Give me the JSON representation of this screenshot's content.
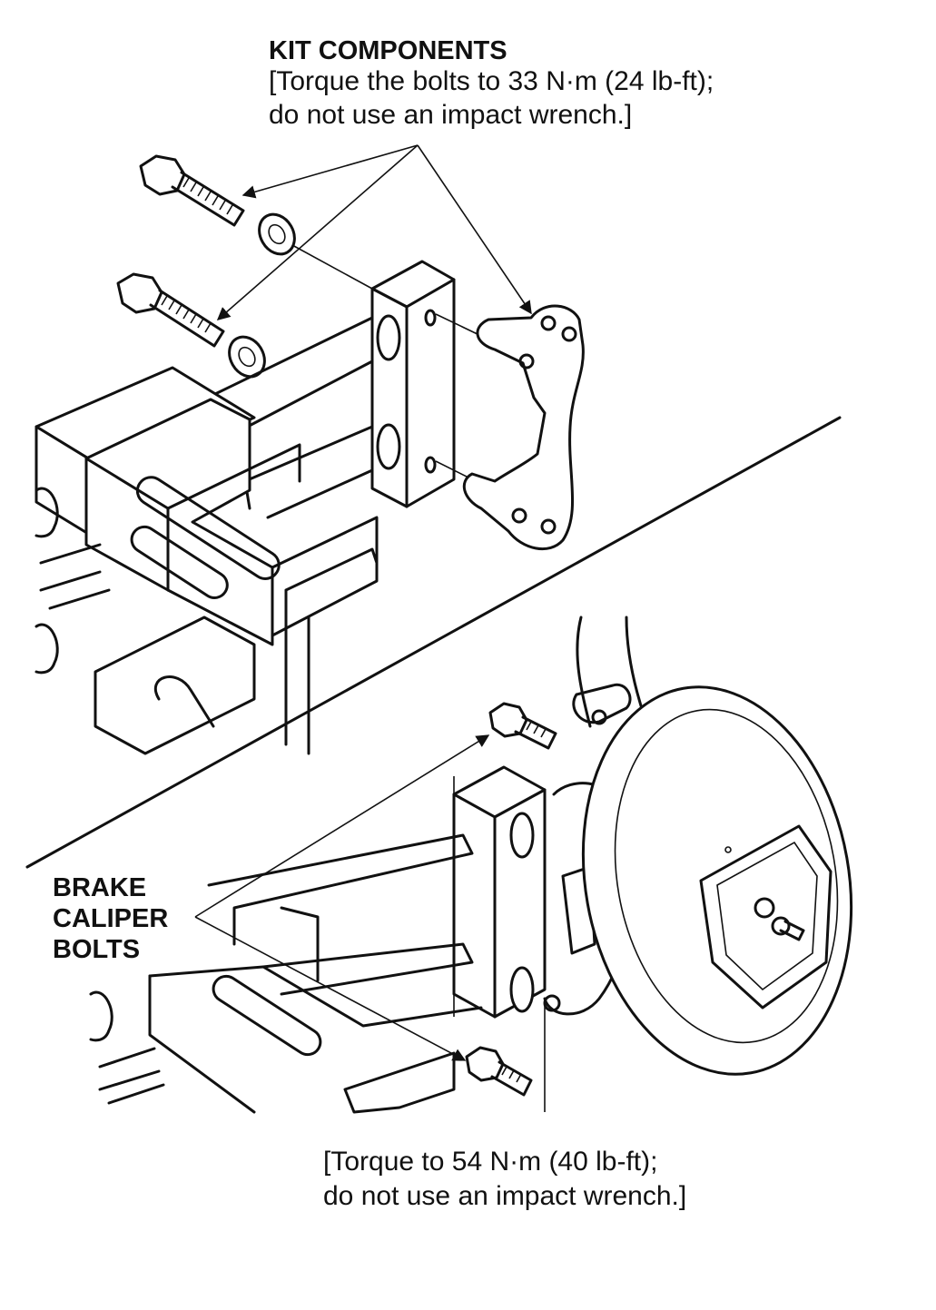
{
  "figure": {
    "kit_heading": "KIT COMPONENTS",
    "kit_note_line1": "[Torque the bolts to 33 N·m (24 lb-ft);",
    "kit_note_line2": "do not use an impact wrench.]",
    "caliper_label_line1": "BRAKE",
    "caliper_label_line2": "CALIPER",
    "caliper_label_line3": "BOLTS",
    "caliper_note_line1": "[Torque to 54 N·m (40 lb-ft);",
    "caliper_note_line2": "do not use an impact wrench.]",
    "colors": {
      "ink": "#111111",
      "paper": "#ffffff"
    }
  }
}
